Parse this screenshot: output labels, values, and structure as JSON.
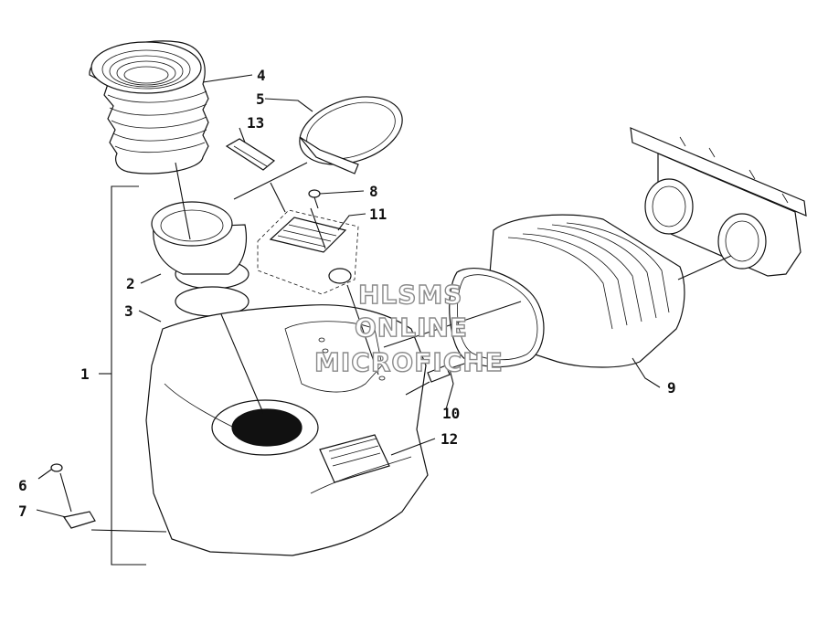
{
  "callouts": [
    {
      "id": "c1",
      "text": "1"
    },
    {
      "id": "c2",
      "text": "2"
    },
    {
      "id": "c3",
      "text": "3"
    },
    {
      "id": "c4",
      "text": "4"
    },
    {
      "id": "c5",
      "text": "5"
    },
    {
      "id": "c6",
      "text": "6"
    },
    {
      "id": "c7",
      "text": "7"
    },
    {
      "id": "c8",
      "text": "8"
    },
    {
      "id": "c9",
      "text": "9"
    },
    {
      "id": "c10",
      "text": "10"
    },
    {
      "id": "c11",
      "text": "11"
    },
    {
      "id": "c12",
      "text": "12"
    },
    {
      "id": "c13",
      "text": "13"
    }
  ],
  "watermark": {
    "line1": "HLSMS",
    "line2": "ONLINE",
    "line3": "MICROFICHE",
    "color": "#8a8a8a"
  },
  "colors": {
    "ink": "#111111",
    "background": "#ffffff"
  }
}
